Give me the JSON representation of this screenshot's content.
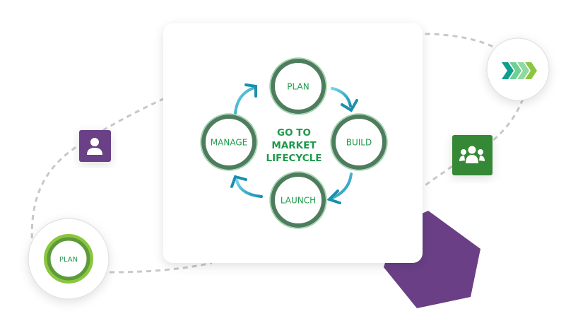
{
  "diagram": {
    "title_lines": [
      "GO TO",
      "MARKET",
      "LIFECYCLE"
    ],
    "stages": [
      "PLAN",
      "BUILD",
      "LAUNCH",
      "MANAGE"
    ],
    "badge_label": "PLAN",
    "icons": [
      "user-icon",
      "team-icon",
      "chevrons-icon"
    ],
    "colors": {
      "ring": "#4e7d5e",
      "arrow": "#1a8fae",
      "text": "#1e9a4c",
      "purple": "#6a3f86",
      "green": "#358834"
    }
  }
}
